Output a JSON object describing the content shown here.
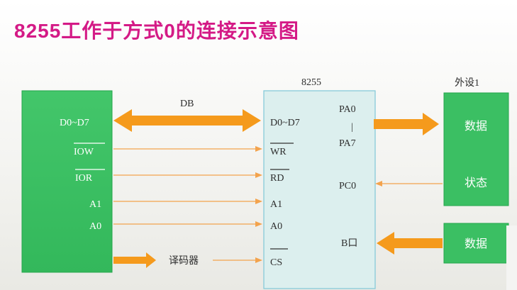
{
  "title": "8255工作于方式0的连接示意图",
  "cpu": {
    "labels": [
      "D0~D7",
      "IOW",
      "IOR",
      "A1",
      "A0"
    ]
  },
  "bus_label": "DB",
  "decoder_label": "译码器",
  "chip": {
    "name": "8255",
    "left_pins": [
      "D0~D7",
      "WR",
      "RD",
      "A1",
      "A0",
      "CS"
    ],
    "pa0": "PA0",
    "pa_sep": "|",
    "pa7": "PA7",
    "pc0": "PC0",
    "portb": "B口"
  },
  "device1": {
    "title": "外设1",
    "data": "数据",
    "status": "状态"
  },
  "device2": {
    "data": "数据"
  },
  "colors": {
    "title": "#d41a86",
    "box_fill": "#3bbf63",
    "box_border": "#26a64c",
    "chip_fill": "#dcefee",
    "chip_border": "#7fc7d8",
    "arrow": "#f59a1c",
    "thin_arrow": "#f3a34d"
  }
}
